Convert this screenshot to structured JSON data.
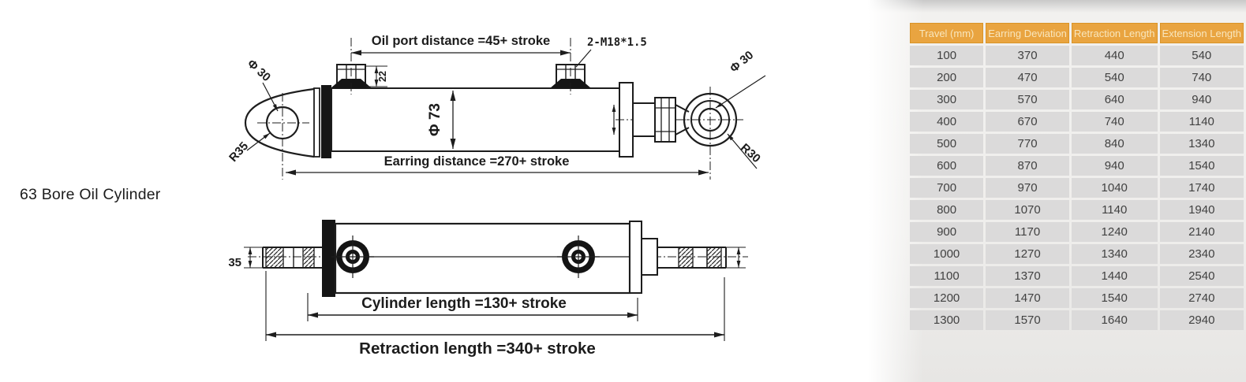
{
  "title": "63 Bore Oil Cylinder",
  "drawing": {
    "labels": {
      "oil_port_distance": "Oil port distance =45+ stroke",
      "thread_spec": "2-M18*1.5",
      "port_height": "22",
      "bore_diameter": "Φ 73",
      "earring_distance": "Earring distance =270+ stroke",
      "left_eye_diameter": "Φ 30",
      "left_eye_radius": "R35",
      "right_eye_diameter": "Φ 30",
      "right_eye_radius": "R30",
      "rod_width": "35",
      "cylinder_length": "Cylinder length =130+ stroke",
      "retraction_length": "Retraction length =340+ stroke"
    }
  },
  "table": {
    "headers": [
      "Travel (mm)",
      "Earring Deviation",
      "Retraction Length",
      "Extension Length"
    ],
    "rows": [
      [
        100,
        370,
        440,
        540
      ],
      [
        200,
        470,
        540,
        740
      ],
      [
        300,
        570,
        640,
        940
      ],
      [
        400,
        670,
        740,
        1140
      ],
      [
        500,
        770,
        840,
        1340
      ],
      [
        600,
        870,
        940,
        1540
      ],
      [
        700,
        970,
        1040,
        1740
      ],
      [
        800,
        1070,
        1140,
        1940
      ],
      [
        900,
        1170,
        1240,
        2140
      ],
      [
        1000,
        1270,
        1340,
        2340
      ],
      [
        1100,
        1370,
        1440,
        2540
      ],
      [
        1200,
        1470,
        1540,
        2740
      ],
      [
        1300,
        1570,
        1640,
        2940
      ]
    ],
    "colors": {
      "header_bg": "#e9a440",
      "header_border": "#d99428",
      "header_text": "#f8e6bd",
      "cell_bg": "#dbdada",
      "cell_text": "#414141",
      "panel_bg": "#efeeec",
      "line_color": "#1d1d1d"
    }
  }
}
